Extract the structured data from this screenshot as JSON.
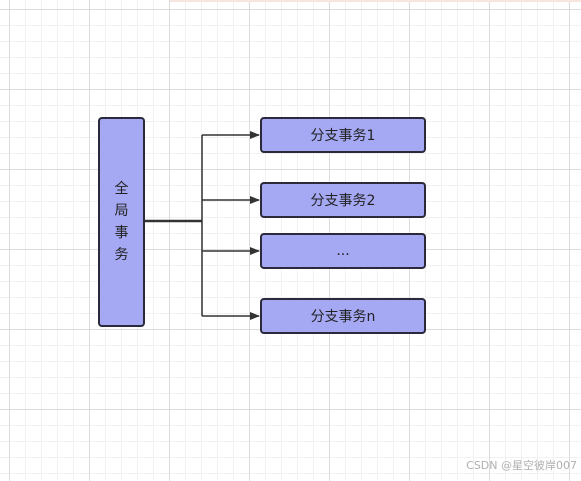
{
  "diagram": {
    "global_node": {
      "label": "全局事务"
    },
    "branch_nodes": [
      {
        "label": "分支事务1"
      },
      {
        "label": "分支事务2"
      },
      {
        "label": "..."
      },
      {
        "label": "分支事务n"
      }
    ]
  },
  "watermark": "CSDN @星空彼岸007",
  "colors": {
    "node_fill": "#a5a8f3",
    "node_border": "#2a2a3a",
    "connector": "#333333"
  }
}
